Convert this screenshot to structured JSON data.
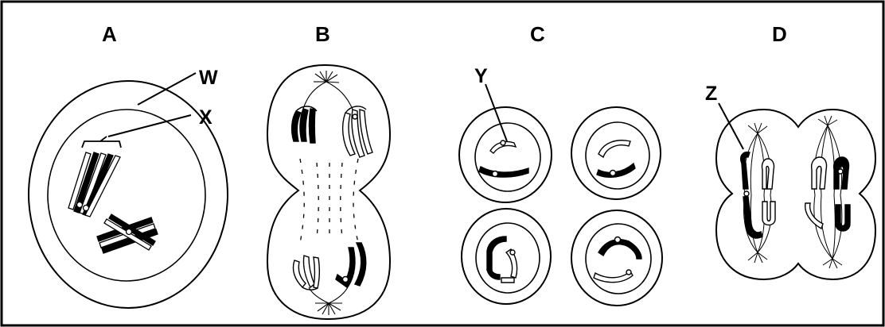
{
  "panels": [
    {
      "id": "A",
      "label": "A"
    },
    {
      "id": "B",
      "label": "B"
    },
    {
      "id": "C",
      "label": "C"
    },
    {
      "id": "D",
      "label": "D"
    }
  ],
  "parts": {
    "W": "W",
    "X": "X",
    "Y": "Y",
    "Z": "Z"
  },
  "colors": {
    "line": "#000000",
    "background": "#ffffff"
  }
}
